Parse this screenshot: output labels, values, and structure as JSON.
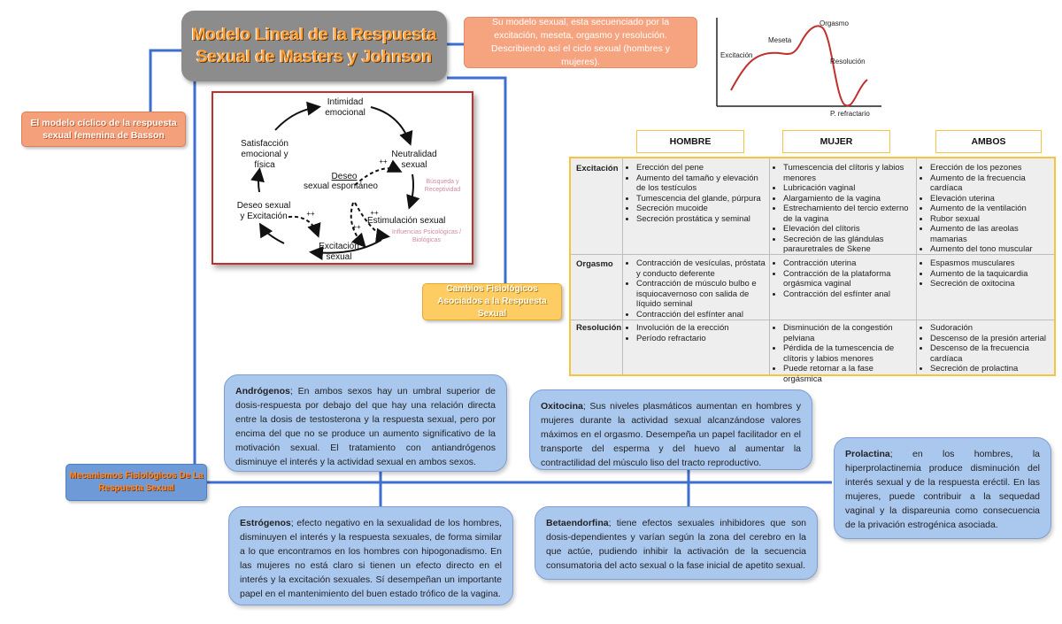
{
  "title": "Modelo Lineal de la Respuesta Sexual de Masters y Johnson",
  "description": "Su modelo sexual, esta secuenciado por la excitación, meseta, orgasmo y resolución. Describiendo así el ciclo sexual (hombres y mujeres).",
  "basson": "El modelo cíclico de la respuesta sexual femenina de Basson",
  "cambios": "Cambios Fisiológicos Asociados a la Respuesta Sexual",
  "mecanismos": "Mecanismos Fisiológicos De La Respuesta Sexual",
  "cycle": {
    "intimidad": "Intimidad emocional",
    "neutralidad": "Neutralidad sexual",
    "estimulacion": "Estimulación sexual",
    "excitacion": "Excitación sexual",
    "deseo_excitacion": "Deseo sexual y Excitación",
    "satisfaccion": "Satisfacción emocional y física",
    "deseo_label": "Deseo",
    "deseo_sub": "sexual espontáneo",
    "busqueda": "Búsqueda y Receptividad",
    "influencias": "Influencias Psicológicas / Biológicas",
    "plus": "++"
  },
  "graph": {
    "orgasmo": "Orgasmo",
    "meseta": "Meseta",
    "excitacion": "Excitación",
    "resolucion": "Resolución",
    "refractario": "P. refractario"
  },
  "table": {
    "headers": [
      "HOMBRE",
      "MUJER",
      "AMBOS"
    ],
    "rows": [
      {
        "label": "Excitación",
        "hombre": [
          "Erección del pene",
          "Aumento del tamaño y elevación de los testículos",
          "Tumescencia del glande, púrpura",
          "Secreción mucoide",
          "Secreción prostática y seminal"
        ],
        "mujer": [
          "Tumescencia del clítoris y labios menores",
          "Lubricación vaginal",
          "Alargamiento de la vagina",
          "Estrechamiento del tercio externo de la vagina",
          "Elevación del clítoris",
          "Secreción de las glándulas parauretrales de Skene"
        ],
        "ambos": [
          "Erección de los pezones",
          "Aumento de la frecuencia cardíaca",
          "Elevación uterina",
          "Aumento de la ventilación",
          "Rubor sexual",
          "Aumento de las areolas mamarias",
          "Aumento del tono muscular"
        ]
      },
      {
        "label": "Orgasmo",
        "hombre": [
          "Contracción de vesículas, próstata y conducto deferente",
          "Contracción de músculo bulbo e isquiocavernoso con salida de líquido seminal",
          "Contracción del esfínter anal"
        ],
        "mujer": [
          "Contracción uterina",
          "Contracción de la plataforma orgásmica vaginal",
          "Contracción del esfínter anal"
        ],
        "ambos": [
          "Espasmos musculares",
          "Aumento de la taquicardia",
          "Secreción de oxitocina"
        ]
      },
      {
        "label": "Resolución",
        "hombre": [
          "Involución de la erección",
          "Período refractario"
        ],
        "mujer": [
          "Disminución de la congestión pelviana",
          "Pérdida de la tumescencia de clítoris y labios menores",
          "Puede retornar a la fase orgásmica"
        ],
        "ambos": [
          "Sudoración",
          "Descenso de la presión arterial",
          "Descenso de la frecuencia cardíaca",
          "Secreción de prolactina"
        ]
      }
    ]
  },
  "cards": {
    "androgenos": {
      "term": "Andrógenos",
      "text": "; En ambos sexos hay un umbral superior de dosis-respuesta por debajo del que hay una relación directa entre la dosis de testosterona y la respuesta sexual, pero por encima del que no se produce un aumento significativo de la motivación sexual. El tratamiento con antiandrógenos disminuye el interés y la actividad sexual en ambos sexos."
    },
    "oxitocina": {
      "term": "Oxitocina",
      "text": "; Sus niveles plasmáticos aumentan en hombres y mujeres durante la actividad sexual alcanzándose valores máximos en el orgasmo. Desempeña un papel facilitador en el transporte del esperma y del huevo al aumentar la contractilidad del músculo liso del tracto reproductivo."
    },
    "prolactina": {
      "term": "Prolactina",
      "text": "; en los hombres, la hiperprolactinemia produce disminución del interés sexual y de la respuesta eréctil. En las mujeres, puede contribuir a la sequedad vaginal y la dispareunia como consecuencia de la privación estrogénica asociada."
    },
    "estrogenos": {
      "term": "Estrógenos",
      "text": "; efecto negativo en la sexualidad de los hombres, disminuyen el interés y la respuesta sexuales, de forma similar a lo que encontramos en los hombres con hipogonadismo. En las mujeres no está claro si tienen un efecto directo en el interés y la excitación sexuales. Sí desempeñan un importante papel en el mantenimiento del buen estado trófico de la vagina."
    },
    "betaendorfina": {
      "term": "Betaendorfina",
      "text": "; tiene efectos sexuales inhibidores que son dosis-dependientes y varían según la zona del cerebro en la que actúe, pudiendo inhibir la activación de la secuencia consumatoria del acto sexual o la fase inicial de apetito sexual."
    }
  }
}
